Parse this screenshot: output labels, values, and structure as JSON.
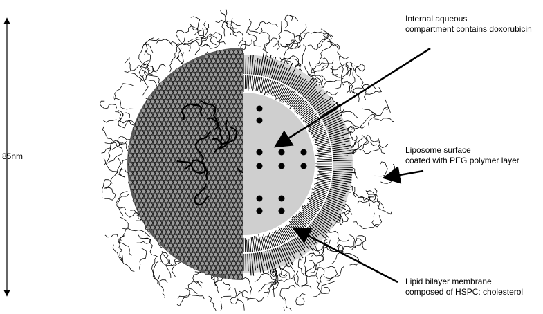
{
  "scale_bar": {
    "label": "85nm"
  },
  "annotations": [
    {
      "id": "aqueous",
      "lines": [
        "Internal aqueous",
        "compartment contains doxorubicin"
      ]
    },
    {
      "id": "peg",
      "lines": [
        "Liposome surface",
        "coated with PEG polymer layer"
      ]
    },
    {
      "id": "bilayer",
      "lines": [
        "Lipid bilayer membrane",
        "composed of HSPC: cholesterol"
      ]
    }
  ],
  "colors": {
    "ink": "#000000",
    "aqueous_core": "#cfcfcf",
    "outer_halo": "#d6d6d6",
    "lipid_heads": "#9a9a9a",
    "background": "#ffffff"
  },
  "icons": [
    "double-arrow-icon",
    "arrow-icon"
  ]
}
